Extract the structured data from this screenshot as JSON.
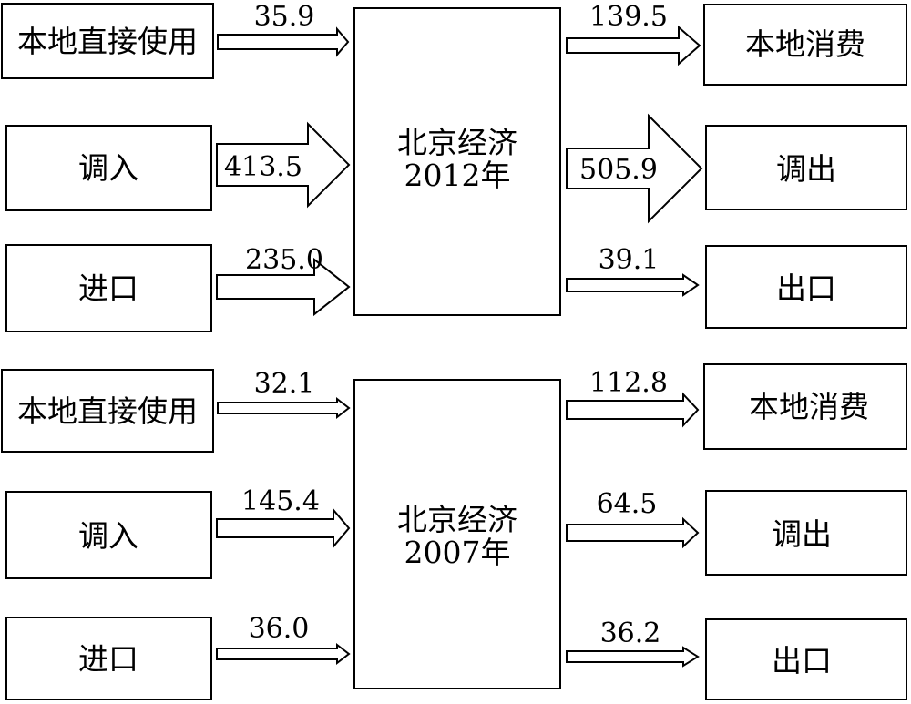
{
  "panels": [
    {
      "center": {
        "line1": "北京经济",
        "line2": "2012年"
      },
      "inputs": [
        {
          "label": "本地直接使用",
          "value": "35.9"
        },
        {
          "label": "调入",
          "value": "413.5"
        },
        {
          "label": "进口",
          "value": "235.0"
        }
      ],
      "outputs": [
        {
          "label": "本地消费",
          "value": "139.5"
        },
        {
          "label": "调出",
          "value": "505.9"
        },
        {
          "label": "出口",
          "value": "39.1"
        }
      ]
    },
    {
      "center": {
        "line1": "北京经济",
        "line2": "2007年"
      },
      "inputs": [
        {
          "label": "本地直接使用",
          "value": "32.1"
        },
        {
          "label": "调入",
          "value": "145.4"
        },
        {
          "label": "进口",
          "value": "36.0"
        }
      ],
      "outputs": [
        {
          "label": "本地消费",
          "value": "112.8"
        },
        {
          "label": "调出",
          "value": "64.5"
        },
        {
          "label": "出口",
          "value": "36.2"
        }
      ]
    }
  ]
}
